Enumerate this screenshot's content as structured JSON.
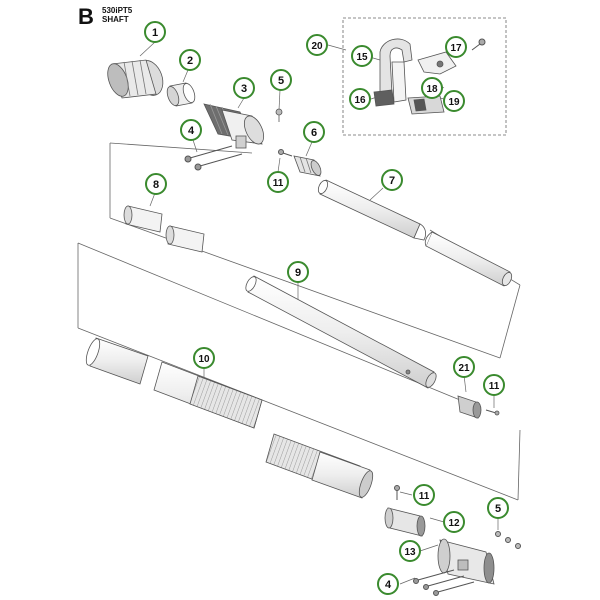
{
  "header": {
    "section_letter": "B",
    "model": "530iPT5",
    "section_title": "SHAFT"
  },
  "colors": {
    "callout_ring": "#3a8a2e",
    "callout_fill": "#ffffff",
    "callout_text": "#111111",
    "line": "#555555",
    "part_fill": "#f2f2f2",
    "part_stroke": "#555555",
    "dark_part": "#6b6b6b"
  },
  "callouts": [
    {
      "id": "c1",
      "label": "1"
    },
    {
      "id": "c2",
      "label": "2"
    },
    {
      "id": "c3",
      "label": "3"
    },
    {
      "id": "c4a",
      "label": "4"
    },
    {
      "id": "c5a",
      "label": "5"
    },
    {
      "id": "c6",
      "label": "6"
    },
    {
      "id": "c7",
      "label": "7"
    },
    {
      "id": "c8",
      "label": "8"
    },
    {
      "id": "c9",
      "label": "9"
    },
    {
      "id": "c10",
      "label": "10"
    },
    {
      "id": "c11a",
      "label": "11"
    },
    {
      "id": "c11b",
      "label": "11"
    },
    {
      "id": "c11c",
      "label": "11"
    },
    {
      "id": "c12",
      "label": "12"
    },
    {
      "id": "c13",
      "label": "13"
    },
    {
      "id": "c4b",
      "label": "4"
    },
    {
      "id": "c5b",
      "label": "5"
    },
    {
      "id": "c15",
      "label": "15"
    },
    {
      "id": "c16",
      "label": "16"
    },
    {
      "id": "c17",
      "label": "17"
    },
    {
      "id": "c18",
      "label": "18"
    },
    {
      "id": "c19",
      "label": "19"
    },
    {
      "id": "c20",
      "label": "20"
    },
    {
      "id": "c21",
      "label": "21"
    }
  ]
}
